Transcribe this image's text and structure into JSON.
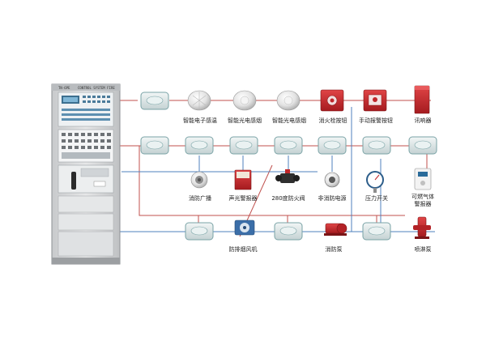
{
  "cabinet": {
    "model_text": "TN-6PE",
    "panel_text": "CONTROL SYSTEM FIRE"
  },
  "devices": {
    "smoke_temp": "智能电子感温",
    "smoke_photo_1": "智能光电感烟",
    "smoke_photo_2": "智能光电感烟",
    "hydrant_button": "消火栓按钮",
    "manual_alarm": "手动报警按钮",
    "siren": "讯响器",
    "broadcast": "消防广播",
    "sound_light_alarm": "声光警报器",
    "fire_valve_280": "280度防火阀",
    "cut_nonfire_power": "非消防电源",
    "pressure_switch": "压力开关",
    "gas_detector_l1": "可燃气体",
    "gas_detector_l2": "警报器",
    "smoke_exhaust_fan": "防排烟风机",
    "fire_pump": "消防泵",
    "sprinkler_pump": "喷淋泵"
  },
  "colors": {
    "bus_line": "#c0504d",
    "branch_line": "#4f81bd",
    "module_face": "#dfe9ea",
    "module_border": "#7aa3a6",
    "cabinet_body": "#d8dadc",
    "red_device": "#c0262a"
  }
}
